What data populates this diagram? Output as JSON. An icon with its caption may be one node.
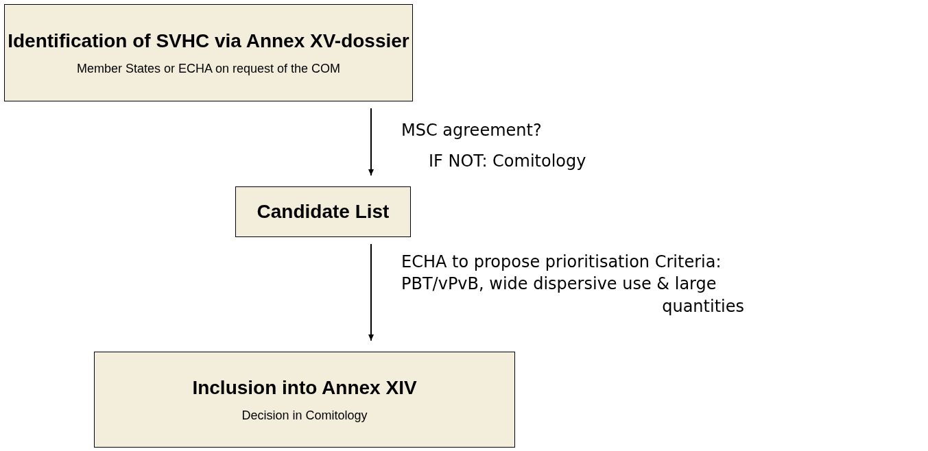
{
  "diagram": {
    "nodes": [
      {
        "text": [
          "Identification of SVHC via Annex XV-dossier",
          "Member States or ECHA on request of the COM"
        ]
      },
      {
        "text": [
          "Candidate List"
        ]
      },
      {
        "text": [
          "Inclusion into Annex XIV",
          "Decision in Comitology"
        ]
      }
    ],
    "edges": [
      {
        "from": 0,
        "to": 1,
        "arrow": "to",
        "label": "MSC agreement?"
      },
      {
        "from": 1,
        "to": 2,
        "arrow": "to",
        "label": "ECHA to propose prioritisation Criteria: PBT/vPvB, wide dispersive use & large quantities"
      }
    ],
    "labels": [
      "IF NOT: Comitology"
    ]
  }
}
